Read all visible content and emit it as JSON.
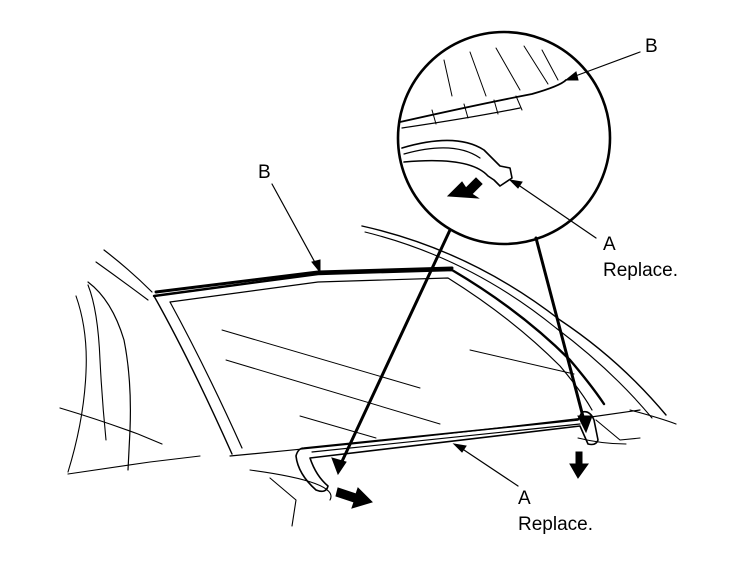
{
  "callouts": {
    "b_top": "B",
    "b_left": "B",
    "a_upper_letter": "A",
    "a_upper_note": "Replace.",
    "a_lower_letter": "A",
    "a_lower_note": "Replace."
  },
  "figure": {
    "subject": "windshield-molding-removal",
    "callout_b_part": "windshield-upper-molding",
    "callout_a_part": "windshield-side-molding-clip"
  }
}
